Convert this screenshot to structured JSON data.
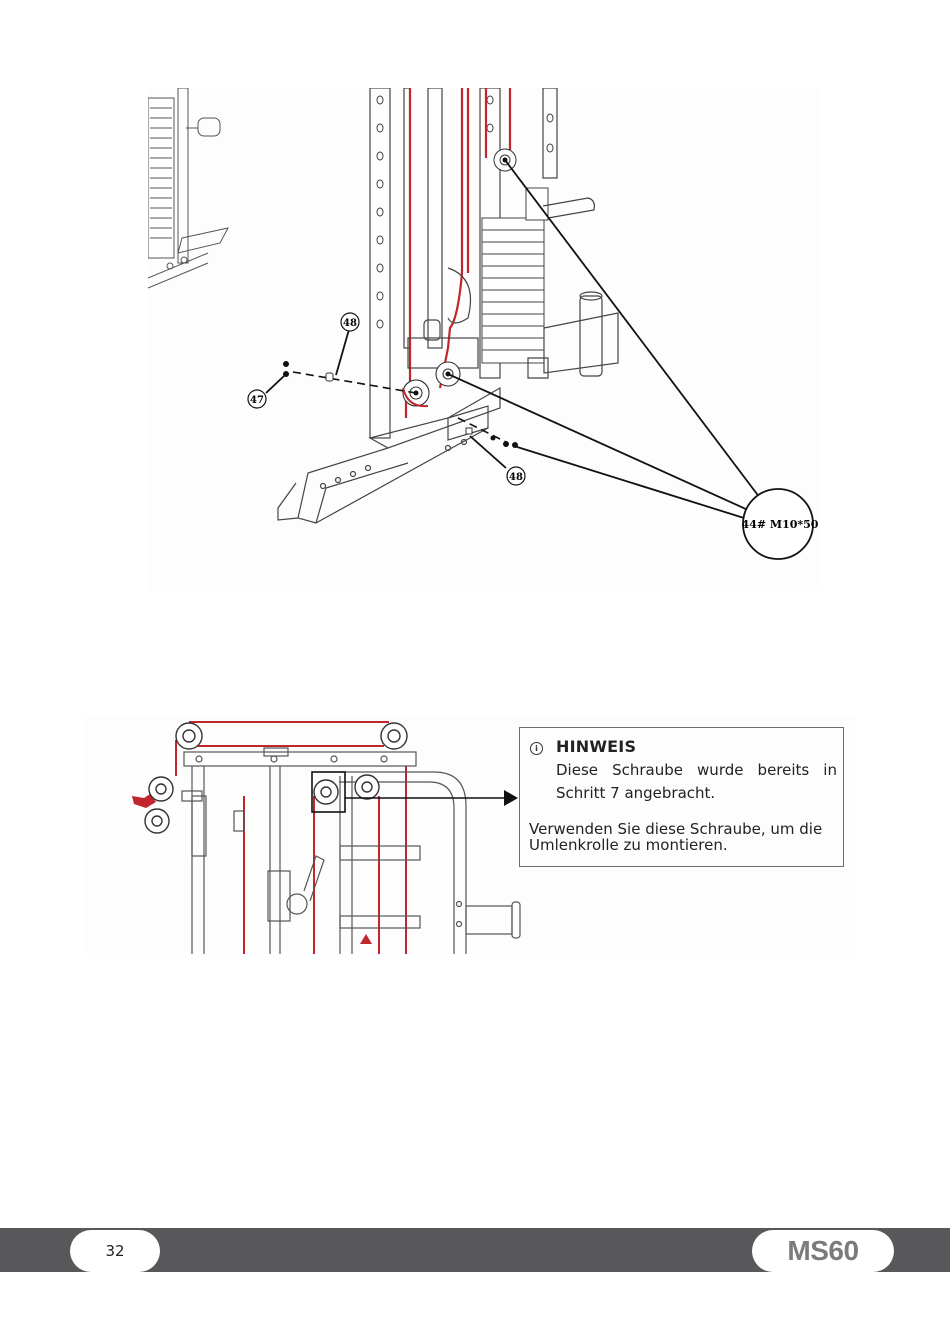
{
  "figure1": {
    "part_labels": {
      "p48_top": "48",
      "p47": "47",
      "p48_bottom": "48"
    },
    "callout_text": "44# M10*50"
  },
  "note": {
    "icon": "info-icon",
    "title": "HINWEIS",
    "text1": "Diese Schraube wurde bereits in Schritt 7 angebracht.",
    "text2": "Verwenden Sie diese Schraube, um die Umlenkrolle zu montieren."
  },
  "footer": {
    "page_number": "32",
    "model": "MS60"
  },
  "colors": {
    "cable_red": "#c0262c",
    "footer_gray": "#58585a",
    "line_dark": "#1a1a1a"
  }
}
